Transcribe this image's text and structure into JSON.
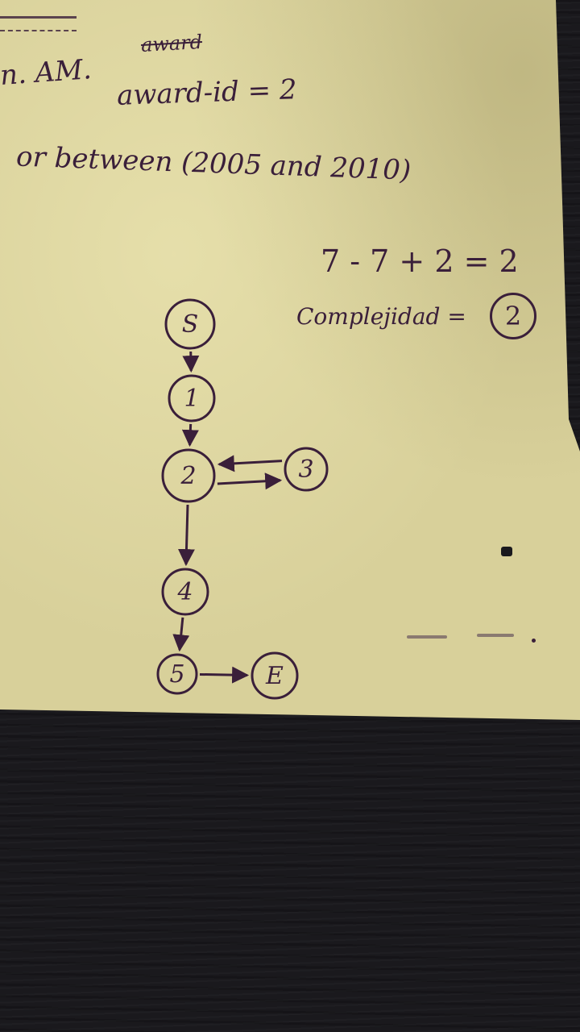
{
  "notes": {
    "line1": "n. AM.",
    "line1_struck": "award",
    "line2": "award-id = 2",
    "line3": "or between (2005 and 2010)",
    "formula": "7 - 7 + 2 = 2",
    "complexity_label": "Complejidad =",
    "complexity_value": "2"
  },
  "graph": {
    "nodes": [
      {
        "id": "S",
        "label": "S"
      },
      {
        "id": "1",
        "label": "1"
      },
      {
        "id": "2",
        "label": "2"
      },
      {
        "id": "3",
        "label": "3"
      },
      {
        "id": "4",
        "label": "4"
      },
      {
        "id": "5",
        "label": "5"
      },
      {
        "id": "E",
        "label": "E"
      }
    ],
    "edges": [
      {
        "from": "S",
        "to": "1"
      },
      {
        "from": "1",
        "to": "2"
      },
      {
        "from": "2",
        "to": "3"
      },
      {
        "from": "3",
        "to": "2"
      },
      {
        "from": "2",
        "to": "4"
      },
      {
        "from": "4",
        "to": "5"
      },
      {
        "from": "5",
        "to": "E"
      }
    ]
  },
  "colors": {
    "ink": "#3a1f3a",
    "paper": "#d8d09a",
    "desk": "#1a191d"
  }
}
